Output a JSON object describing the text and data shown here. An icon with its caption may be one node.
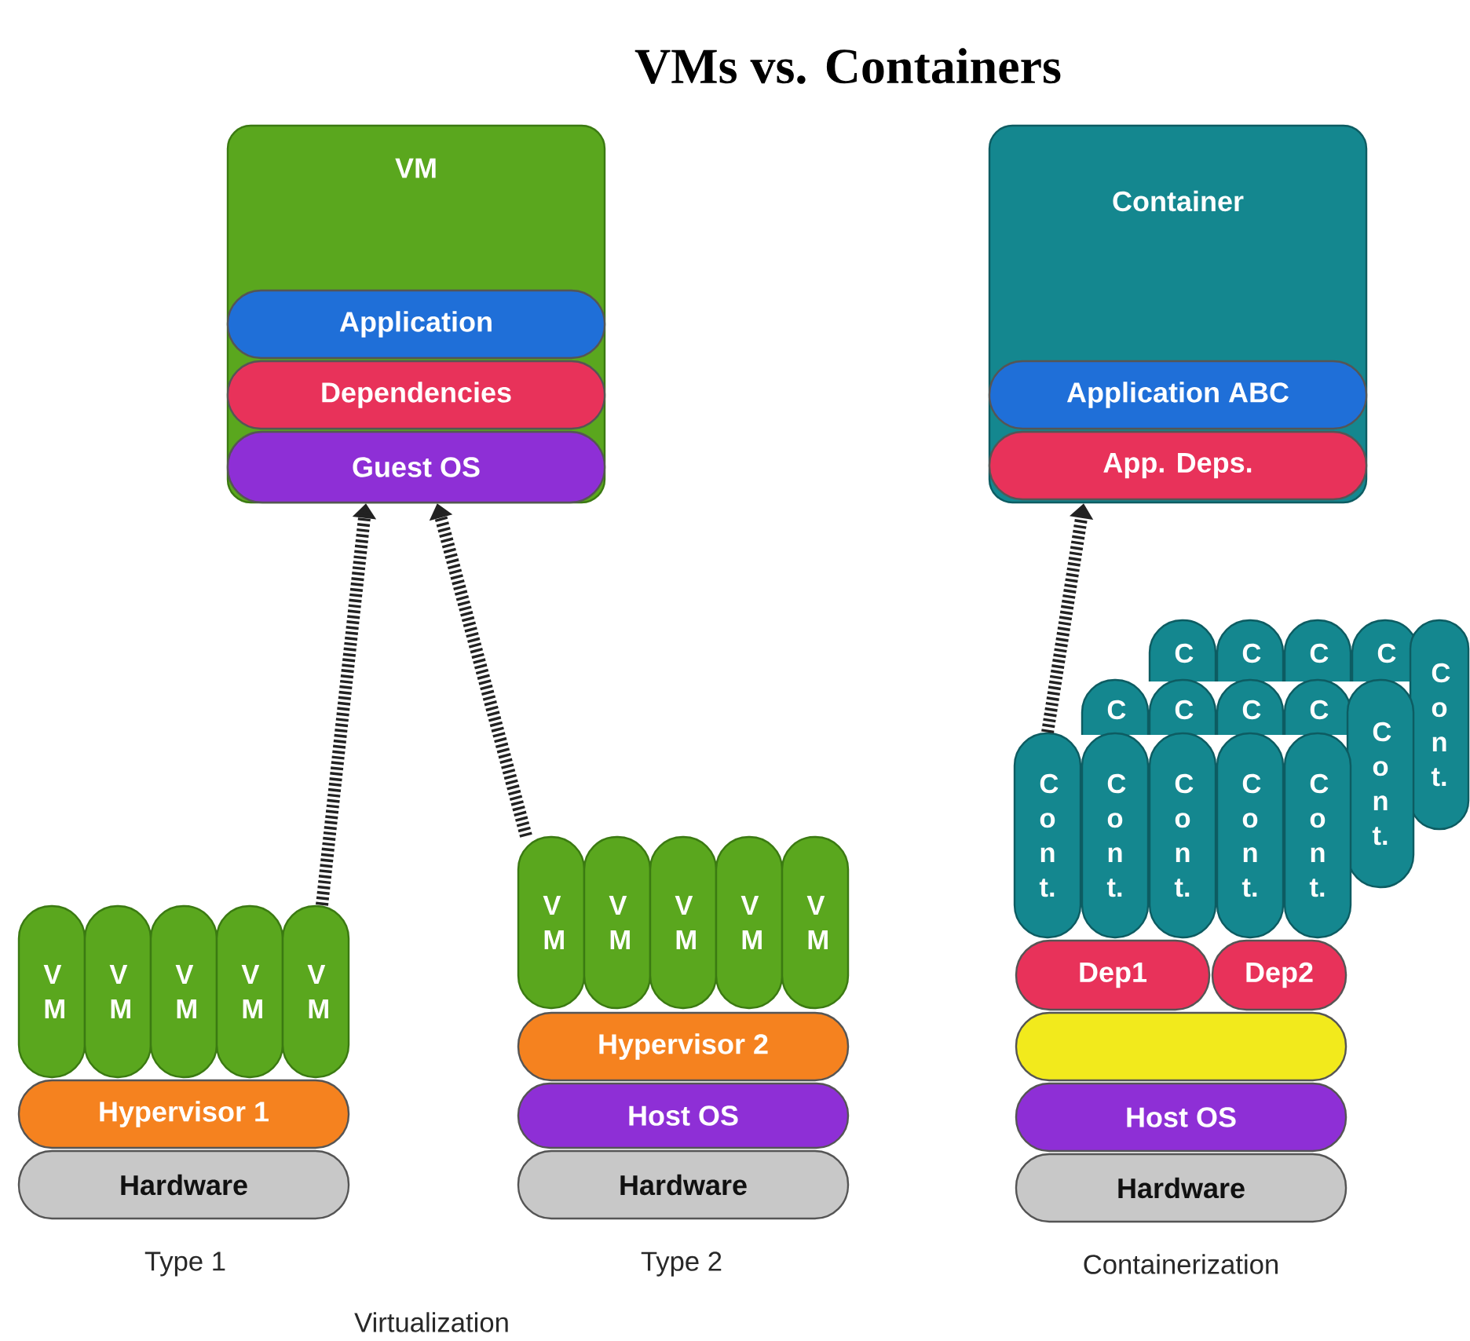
{
  "diagram": {
    "title": "VMs vs. Containers",
    "nodes": [
      {
        "text": [
          "VM"
        ]
      },
      {
        "text": [
          "Application"
        ],
        "in": 0
      },
      {
        "text": [
          "Dependencies"
        ],
        "in": 0
      },
      {
        "text": [
          "Guest OS"
        ],
        "in": 0
      },
      {
        "text": [
          "Container"
        ]
      },
      {
        "text": [
          "Application ABC"
        ],
        "in": 4
      },
      {
        "text": [
          "App. Deps."
        ],
        "in": 4
      },
      {
        "text": [
          "V M"
        ]
      },
      {
        "text": [
          "V M"
        ]
      },
      {
        "text": [
          "V M"
        ]
      },
      {
        "text": [
          "V M"
        ]
      },
      {
        "text": [
          "V M"
        ]
      },
      {
        "text": [
          "Hypervisor 1"
        ]
      },
      {
        "text": [
          "Hardware"
        ]
      },
      {
        "text": [
          "V M"
        ]
      },
      {
        "text": [
          "V M"
        ]
      },
      {
        "text": [
          "V M"
        ]
      },
      {
        "text": [
          "V M"
        ]
      },
      {
        "text": [
          "V M"
        ]
      },
      {
        "text": [
          "Hypervisor 2"
        ]
      },
      {
        "text": [
          "Host OS"
        ]
      },
      {
        "text": [
          "Hardware"
        ]
      },
      {
        "text": [
          "C"
        ]
      },
      {
        "text": [
          "C"
        ]
      },
      {
        "text": [
          "C"
        ]
      },
      {
        "text": [
          "C"
        ]
      },
      {
        "text": [
          "C o n t."
        ]
      },
      {
        "text": [
          "C"
        ]
      },
      {
        "text": [
          "C"
        ]
      },
      {
        "text": [
          "C"
        ]
      },
      {
        "text": [
          "C"
        ]
      },
      {
        "text": [
          "C o n t."
        ]
      },
      {
        "text": [
          "C o n t."
        ]
      },
      {
        "text": [
          "C o n t."
        ]
      },
      {
        "text": [
          "C o n t."
        ]
      },
      {
        "text": [
          "C o n t."
        ]
      },
      {
        "text": [
          "C o n t."
        ]
      },
      {
        "text": [
          "Dep1"
        ]
      },
      {
        "text": [
          "Dep2"
        ]
      },
      {
        "text": [],
        "shape": "box"
      },
      {
        "text": [
          "Host OS"
        ]
      },
      {
        "text": [
          "Hardware"
        ]
      }
    ],
    "edges": [
      {
        "from": 11,
        "to": 0,
        "arrow": "to"
      },
      {
        "from": 14,
        "to": 0,
        "arrow": "to"
      },
      {
        "from": 32,
        "to": 4,
        "arrow": "to"
      }
    ],
    "labels": [
      "Type 1",
      "Type 2",
      "Containerization",
      "Virtualization"
    ]
  }
}
